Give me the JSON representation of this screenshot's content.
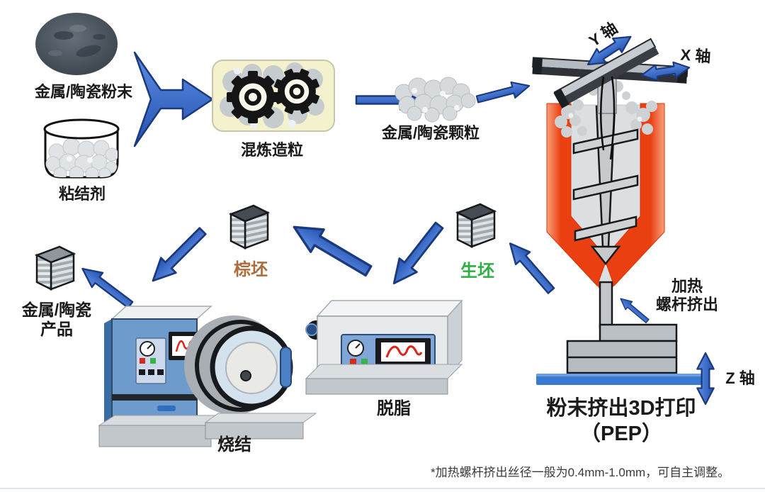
{
  "materials": {
    "powder_label": "金属/陶瓷粉末",
    "binder_label": "粘结剂"
  },
  "process": {
    "mixing_label": "混炼造粒",
    "granules_label": "金属/陶瓷颗粒",
    "printing_title_line1": "粉末挤出3D打印",
    "printing_title_line2": "（PEP）",
    "heating_line1": "加热",
    "heating_line2": "螺杆挤出",
    "green_body_label": "生坯",
    "brown_body_label": "棕坯",
    "debinding_label": "脱脂",
    "sintering_label": "烧结",
    "product_line1": "金属/陶瓷",
    "product_line2": "产品"
  },
  "axes": {
    "y": "Y 轴",
    "x": "X 轴",
    "z": "Z 轴"
  },
  "footnote": "*加热螺杆挤出丝径一般为0.4mm-1.0mm，可自主调整。",
  "icons": {
    "powder": "powder-pile-icon",
    "binder": "binder-jar-icon",
    "mixing": "twin-gears-icon",
    "granules": "granule-cluster-icon",
    "printer": "screw-extruder-printer-icon",
    "green_body": "layered-cube-icon",
    "brown_body": "layered-cube-icon",
    "product": "layered-cube-icon",
    "debinding": "box-furnace-icon",
    "sintering": "tube-furnace-icon",
    "flow": "blue-arrow-icon"
  },
  "colors": {
    "arrow_blue": "#2f63c9",
    "arrow_blue_light": "#5d8fe4",
    "arrow_blue_dark": "#2350b0",
    "arrow_outline": "#1b3a7e",
    "heater_orange": "#ea3f10",
    "heater_orange_light": "#f9a07b",
    "bed_blue": "#3a7ad2",
    "green_body": "#2fae44",
    "brown_body": "#ad6a3b",
    "machine_blue": "#6d9bcc",
    "machine_panel_blue": "#7fa6d6",
    "gearbox_bg": "#f4f2cc",
    "screen_red": "#e02215",
    "text_dark": "#1a1a1a",
    "footnote_gray": "#3b3b3b"
  }
}
